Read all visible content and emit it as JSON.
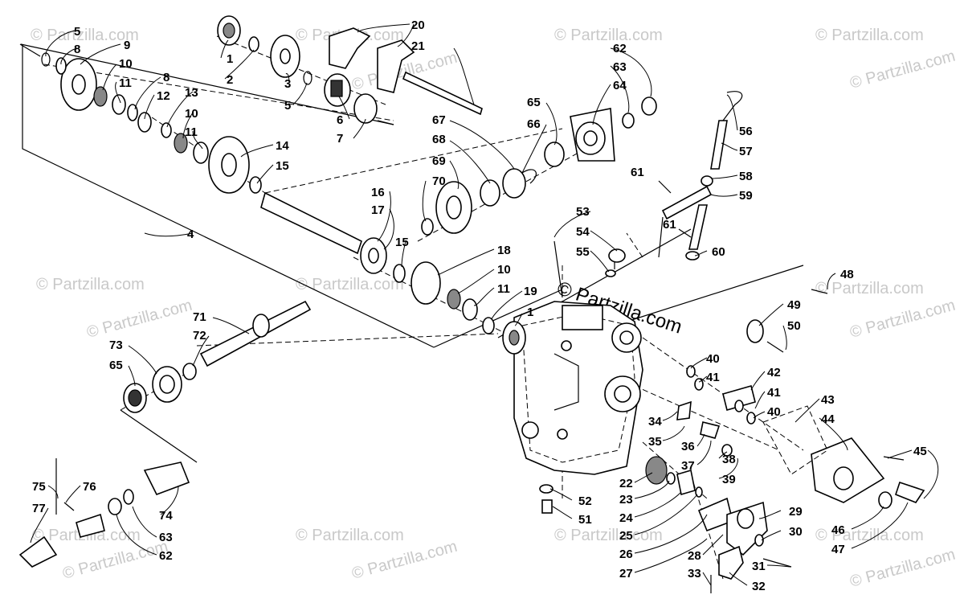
{
  "diagram": {
    "watermark_text": "© Partzilla.com",
    "part_labels": {
      "l1a": "1",
      "l2": "2",
      "l3": "3",
      "l4": "4",
      "l5a": "5",
      "l5b": "5",
      "l6": "6",
      "l7": "7",
      "l8a": "8",
      "l8b": "8",
      "l9": "9",
      "l10a": "10",
      "l10b": "10",
      "l10c": "10",
      "l11a": "11",
      "l11b": "11",
      "l11c": "11",
      "l12": "12",
      "l13": "13",
      "l14": "14",
      "l15a": "15",
      "l15b": "15",
      "l16": "16",
      "l17": "17",
      "l18": "18",
      "l19": "19",
      "l1b": "1",
      "l20": "20",
      "l21": "21",
      "l22": "22",
      "l23": "23",
      "l24": "24",
      "l25": "25",
      "l26": "26",
      "l27": "27",
      "l28": "28",
      "l29": "29",
      "l30": "30",
      "l31": "31",
      "l32": "32",
      "l33": "33",
      "l34": "34",
      "l35": "35",
      "l36": "36",
      "l37": "37",
      "l38": "38",
      "l39": "39",
      "l40a": "40",
      "l40b": "40",
      "l41a": "41",
      "l41b": "41",
      "l42": "42",
      "l43": "43",
      "l44": "44",
      "l45": "45",
      "l46": "46",
      "l47": "47",
      "l48": "48",
      "l49": "49",
      "l50": "50",
      "l51": "51",
      "l52": "52",
      "l53": "53",
      "l54": "54",
      "l55": "55",
      "l56": "56",
      "l57": "57",
      "l58": "58",
      "l59": "59",
      "l60": "60",
      "l61a": "61",
      "l61b": "61",
      "l62a": "62",
      "l63a": "63",
      "l64": "64",
      "l65a": "65",
      "l66": "66",
      "l67": "67",
      "l68": "68",
      "l69": "69",
      "l70": "70",
      "l71": "71",
      "l72": "72",
      "l73": "73",
      "l65b": "65",
      "l74": "74",
      "l75": "75",
      "l76": "76",
      "l77": "77",
      "l63b": "63",
      "l62b": "62"
    }
  }
}
